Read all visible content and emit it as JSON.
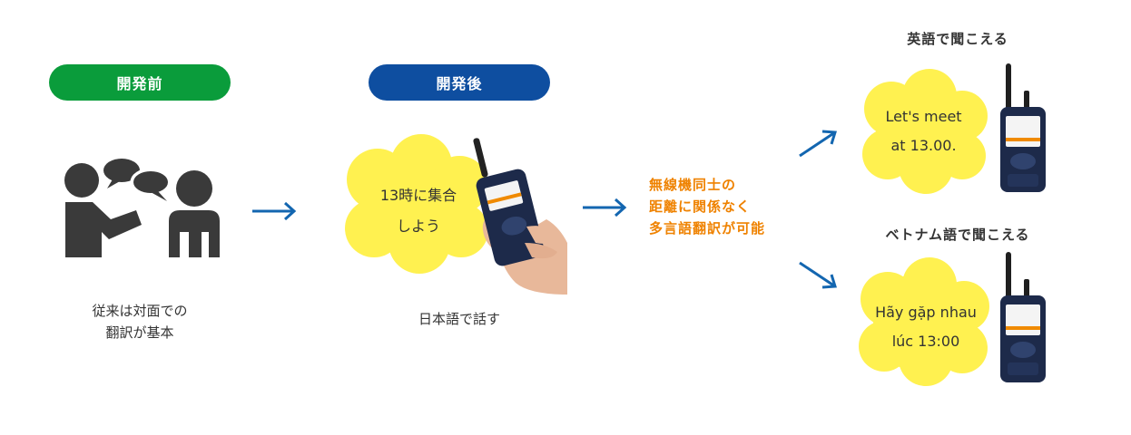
{
  "colors": {
    "before_green": "#0a9c3b",
    "after_blue": "#0e4ea0",
    "arrow_blue": "#1366b0",
    "cloud_yellow": "#fff150",
    "orange": "#ef8200",
    "icon_dark": "#3a3a3a"
  },
  "before": {
    "badge": "開発前",
    "caption_line1": "従来は対面での",
    "caption_line2": "翻訳が基本",
    "icon": "two-people-talking-icon"
  },
  "after": {
    "badge": "開発後",
    "bubble_line1": "13時に集合",
    "bubble_line2": "しよう",
    "caption": "日本語で話す",
    "image": "hand-holding-radio"
  },
  "middle": {
    "line1": "無線機同士の",
    "line2": "距離に関係なく",
    "line3": "多言語翻訳が可能"
  },
  "english": {
    "label": "英語で聞こえる",
    "bubble_line1": "Let's meet",
    "bubble_line2": "at 13.00."
  },
  "vietnamese": {
    "label": "ベトナム語で聞こえる",
    "bubble_line1": "Hãy gặp nhau",
    "bubble_line2": "lúc 13:00"
  }
}
